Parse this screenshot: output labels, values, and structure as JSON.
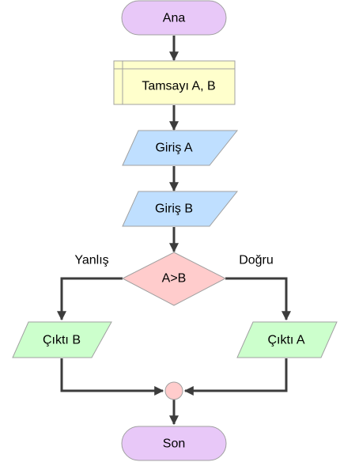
{
  "nodes": {
    "start": {
      "label": "Ana",
      "shape": "terminator",
      "fill": "#E8C8F8"
    },
    "declare": {
      "label": "Tamsayı A, B",
      "shape": "internal-storage",
      "fill": "#FFFFCC"
    },
    "input_a": {
      "label": "Giriş A",
      "shape": "parallelogram",
      "fill": "#BFDFFF"
    },
    "input_b": {
      "label": "Giriş B",
      "shape": "parallelogram",
      "fill": "#BFDFFF"
    },
    "decision": {
      "label": "A>B",
      "shape": "diamond",
      "fill": "#FFCCCC"
    },
    "output_b": {
      "label": "Çıktı B",
      "shape": "parallelogram",
      "fill": "#CCFFCC"
    },
    "output_a": {
      "label": "Çıktı A",
      "shape": "parallelogram",
      "fill": "#CCFFCC"
    },
    "join": {
      "shape": "circle",
      "fill": "#FFCCCC"
    },
    "end": {
      "label": "Son",
      "shape": "terminator",
      "fill": "#E8C8F8"
    }
  },
  "branches": {
    "false_label": "Yanlış",
    "true_label": "Doğru"
  },
  "colors": {
    "edge": "#3C3C3C",
    "node_border": "#A0A0A0"
  }
}
